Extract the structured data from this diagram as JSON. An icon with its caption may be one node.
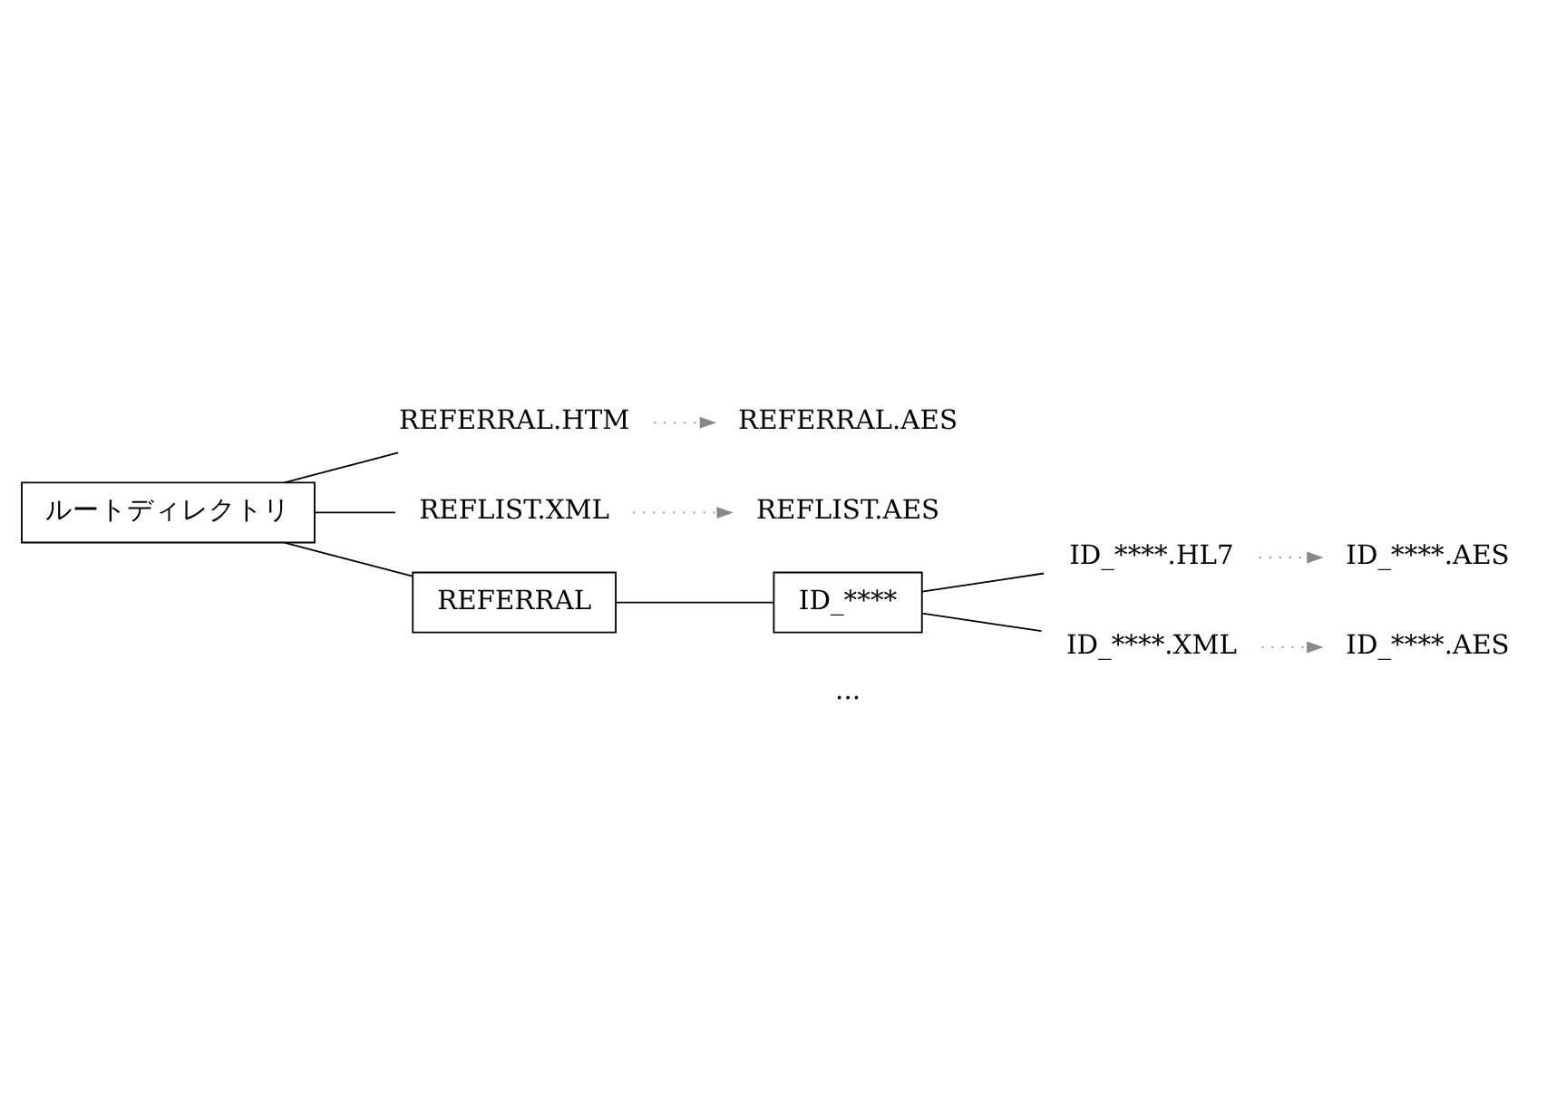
{
  "diagram": {
    "nodes": [
      {
        "text": [
          "ルートディレクトリ"
        ]
      },
      {
        "text": [
          "REFERRAL.HTM"
        ]
      },
      {
        "text": [
          "REFLIST.XML"
        ]
      },
      {
        "text": [
          "REFERRAL"
        ]
      },
      {
        "text": [
          "ID_****"
        ]
      },
      {
        "text": [
          "ID_****.HL7"
        ]
      },
      {
        "text": [
          "ID_****.XML"
        ]
      },
      {
        "text": [
          "REFERRAL.AES"
        ]
      },
      {
        "text": [
          "REFLIST.AES"
        ]
      },
      {
        "text": [
          "ID_****.AES"
        ]
      },
      {
        "text": [
          "ID_****.AES"
        ]
      }
    ],
    "edges": [
      {
        "from": 0,
        "to": 1,
        "arrow": "none"
      },
      {
        "from": 0,
        "to": 2,
        "arrow": "none"
      },
      {
        "from": 0,
        "to": 3,
        "arrow": "none"
      },
      {
        "from": 3,
        "to": 4,
        "arrow": "none"
      },
      {
        "from": 4,
        "to": 5,
        "arrow": "none"
      },
      {
        "from": 4,
        "to": 6,
        "arrow": "none"
      },
      {
        "from": 1,
        "to": 7,
        "arrow": "to",
        "style": "dashed",
        "color": "#888888"
      },
      {
        "from": 2,
        "to": 8,
        "arrow": "to",
        "style": "dashed",
        "color": "#888888"
      },
      {
        "from": 5,
        "to": 9,
        "arrow": "to",
        "style": "dashed",
        "color": "#888888"
      },
      {
        "from": 6,
        "to": 10,
        "arrow": "to",
        "style": "dashed",
        "color": "#888888"
      }
    ],
    "labels": [
      "..."
    ]
  }
}
